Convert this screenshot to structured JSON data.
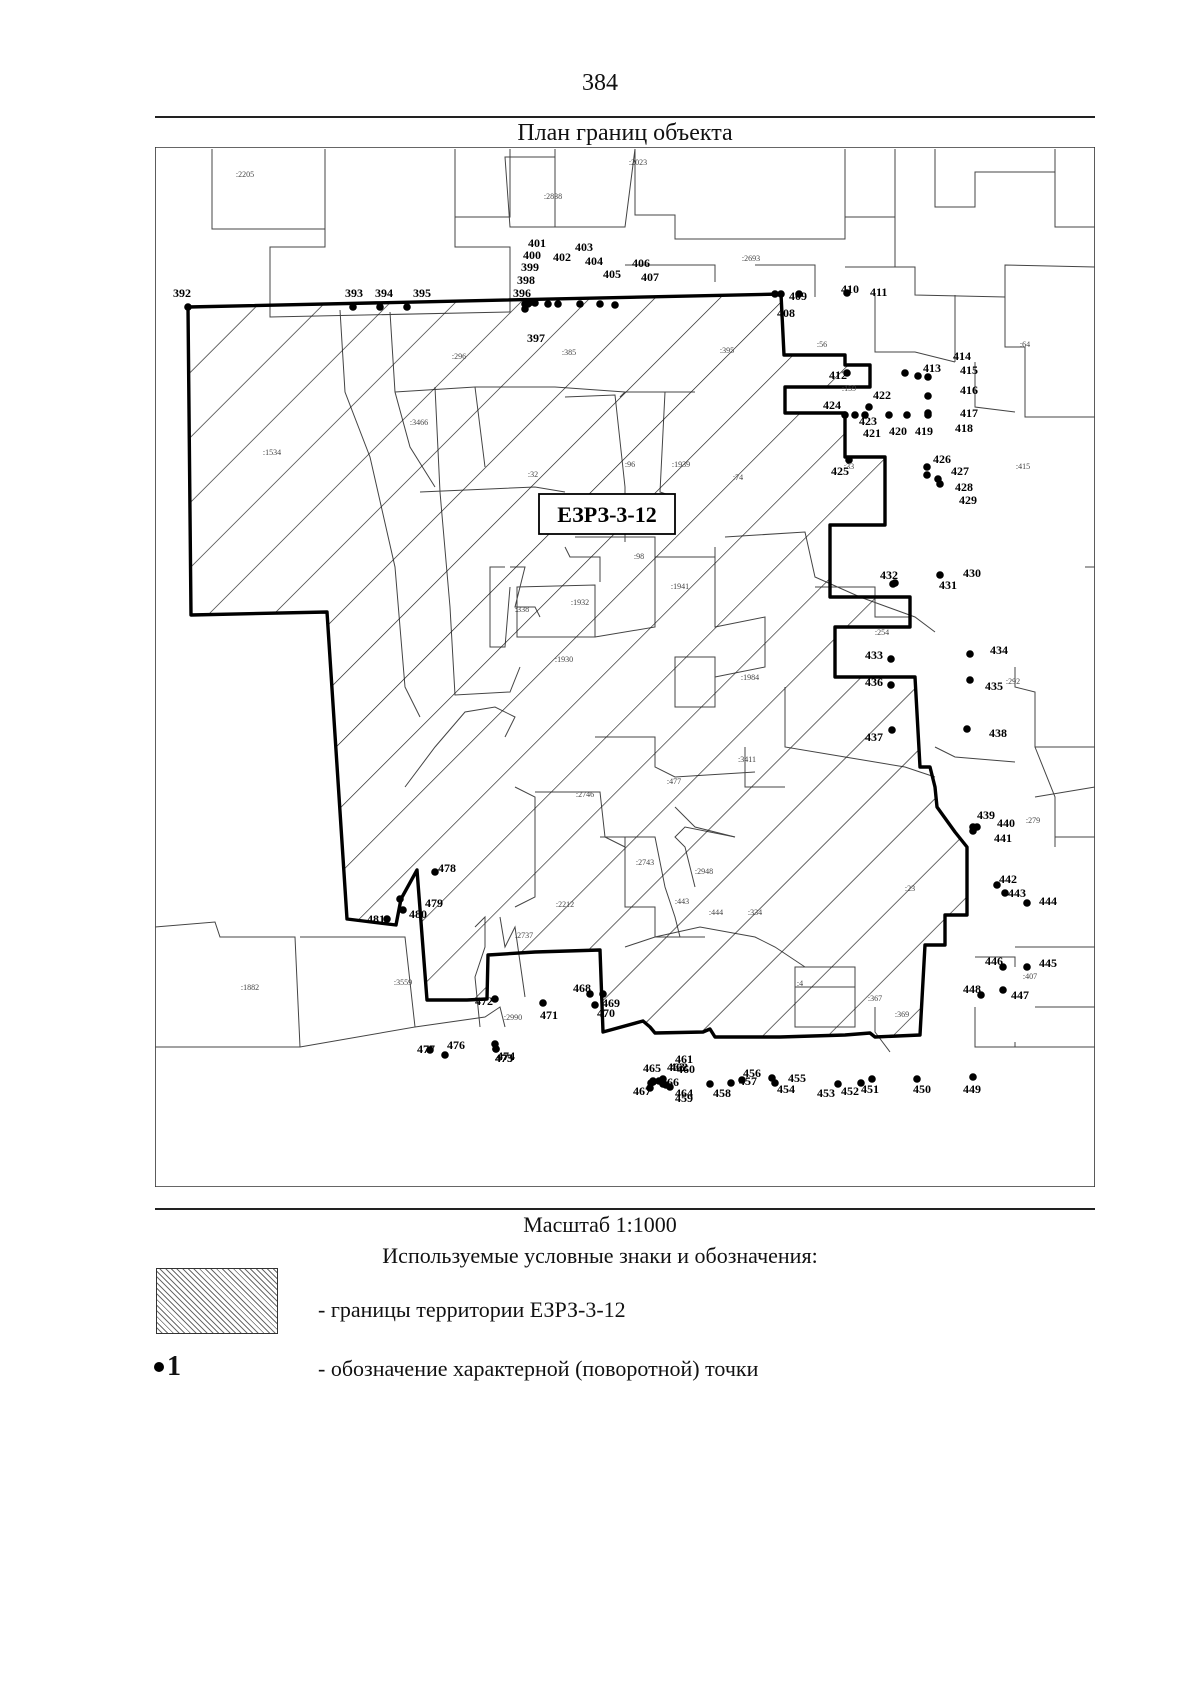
{
  "page_number": "384",
  "map_title": "План границ объекта",
  "zone_label": "ЕЗРЗ-3-12",
  "scale_text": "Масштаб 1:1000",
  "legend_title": "Используемые условные знаки и обозначения:",
  "legend": [
    {
      "symbol": "hatched-area",
      "text": "- границы территории ЕЗРЗ-3-12"
    },
    {
      "symbol": "point",
      "symbol_text": "1",
      "text": "- обозначение характерной (поворотной) точки"
    }
  ],
  "parcel_labels": [
    ":2205",
    ":2023",
    ":2838",
    ":2693",
    ":296",
    ":385",
    ":395",
    ":56",
    ":64",
    ":1534",
    ":3466",
    ":32",
    ":96",
    ":1939",
    ":159",
    ":33",
    ":74",
    ":415",
    ":1930",
    ":98",
    ":1941",
    ":1932",
    ":338",
    ":254",
    ":1984",
    ":292",
    ":3411",
    ":477",
    ":2746",
    ":2743",
    ":2948",
    ":279",
    ":23",
    ":2212",
    ":2737",
    ":443",
    ":444",
    ":334",
    ":4",
    ":367",
    ":369",
    ":1882",
    ":3559",
    ":2990",
    ":407"
  ],
  "boundary_points": [
    "392",
    "393",
    "394",
    "395",
    "396",
    "397",
    "398",
    "399",
    "400",
    "401",
    "402",
    "403",
    "404",
    "405",
    "406",
    "407",
    "408",
    "409",
    "410",
    "411",
    "412",
    "413",
    "414",
    "415",
    "416",
    "417",
    "418",
    "419",
    "420",
    "421",
    "422",
    "423",
    "424",
    "425",
    "426",
    "427",
    "428",
    "429",
    "430",
    "431",
    "432",
    "433",
    "434",
    "435",
    "436",
    "437",
    "438",
    "439",
    "440",
    "441",
    "442",
    "443",
    "444",
    "445",
    "446",
    "447",
    "448",
    "449",
    "450",
    "451",
    "452",
    "453",
    "454",
    "455",
    "456",
    "457",
    "458",
    "459",
    "460",
    "461",
    "462",
    "463",
    "464",
    "465",
    "466",
    "467",
    "468",
    "469",
    "470",
    "471",
    "472",
    "473",
    "474",
    "475",
    "476",
    "477",
    "478",
    "479",
    "480",
    "481"
  ]
}
